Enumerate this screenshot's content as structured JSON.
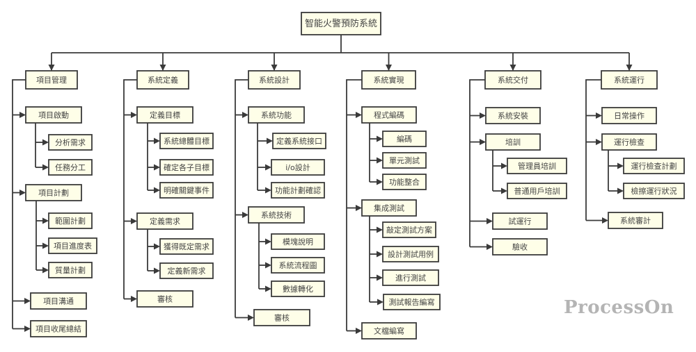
{
  "title": "智能火警預防系統",
  "watermark": "ProcessOn",
  "colors": {
    "node_fill": "#fefee8",
    "node_stroke": "#3a3a3a",
    "text": "#444444",
    "watermark": "#b4b4b4"
  },
  "tree": {
    "label": "智能火警預防系統",
    "children": [
      {
        "label": "項目管理",
        "children": [
          {
            "label": "項目啟動",
            "children": [
              {
                "label": "分析需求"
              },
              {
                "label": "任務分工"
              }
            ]
          },
          {
            "label": "項目計劃",
            "children": [
              {
                "label": "範圍計劃"
              },
              {
                "label": "項目進度表"
              },
              {
                "label": "質量計劃"
              }
            ]
          },
          {
            "label": "項目溝通"
          },
          {
            "label": "項目收尾總結"
          }
        ]
      },
      {
        "label": "系統定義",
        "children": [
          {
            "label": "定義目標",
            "children": [
              {
                "label": "系統總體目標"
              },
              {
                "label": "確定各子目標"
              },
              {
                "label": "明確關鍵事件"
              }
            ]
          },
          {
            "label": "定義需求",
            "children": [
              {
                "label": "獲得既定需求"
              },
              {
                "label": "定義新需求"
              }
            ]
          },
          {
            "label": "審核"
          }
        ]
      },
      {
        "label": "系統設計",
        "children": [
          {
            "label": "系統功能",
            "children": [
              {
                "label": "定義系統接口"
              },
              {
                "label": "i/o設計"
              },
              {
                "label": "功能計劃確認"
              }
            ]
          },
          {
            "label": "系統技術",
            "children": [
              {
                "label": "模塊說明"
              },
              {
                "label": "系統流程圖"
              },
              {
                "label": "數據轉化"
              }
            ]
          },
          {
            "label": "審核"
          }
        ]
      },
      {
        "label": "系統實現",
        "children": [
          {
            "label": "程式編碼",
            "children": [
              {
                "label": "編碼"
              },
              {
                "label": "單元測試"
              },
              {
                "label": "功能整合"
              }
            ]
          },
          {
            "label": "集成測試",
            "children": [
              {
                "label": "敲定測試方案"
              },
              {
                "label": "設計測試用例"
              },
              {
                "label": "進行測試"
              },
              {
                "label": "測試報告編寫"
              }
            ]
          },
          {
            "label": "文檔編寫"
          }
        ]
      },
      {
        "label": "系統交付",
        "children": [
          {
            "label": "系統安裝"
          },
          {
            "label": "培訓",
            "children": [
              {
                "label": "管理員培訓"
              },
              {
                "label": "普通用戶培訓"
              }
            ]
          },
          {
            "label": "試運行"
          },
          {
            "label": "驗收"
          }
        ]
      },
      {
        "label": "系統運行",
        "children": [
          {
            "label": "日常操作"
          },
          {
            "label": "運行檢查",
            "children": [
              {
                "label": "運行檢查計劃"
              },
              {
                "label": "檢擦運行狀況"
              }
            ]
          },
          {
            "label": "系統審計"
          }
        ]
      }
    ]
  }
}
